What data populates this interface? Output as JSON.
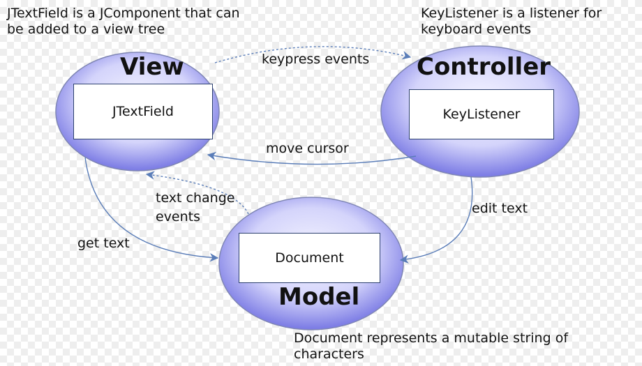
{
  "notes": {
    "view_note": [
      "JTextField is a JComponent that can",
      "be added to a view tree"
    ],
    "controller_note": [
      "KeyListener is a listener for",
      "keyboard events"
    ],
    "model_note": [
      "Document represents a mutable string of",
      "characters"
    ]
  },
  "nodes": {
    "view": {
      "title": "View",
      "box_label": "JTextField"
    },
    "controller": {
      "title": "Controller",
      "box_label": "KeyListener"
    },
    "model": {
      "title": "Model",
      "box_label": "Document"
    }
  },
  "edges": {
    "keypress": "keypress events",
    "move_cursor": "move cursor",
    "text_change": [
      "text change",
      "events"
    ],
    "edit_text": "edit text",
    "get_text": "get text"
  },
  "colors": {
    "ellipse_fill_light": "#f2f2ff",
    "ellipse_fill_dark": "#6a6ae0",
    "ellipse_stroke": "#7f86b4",
    "arrow": "#5a7db8"
  }
}
